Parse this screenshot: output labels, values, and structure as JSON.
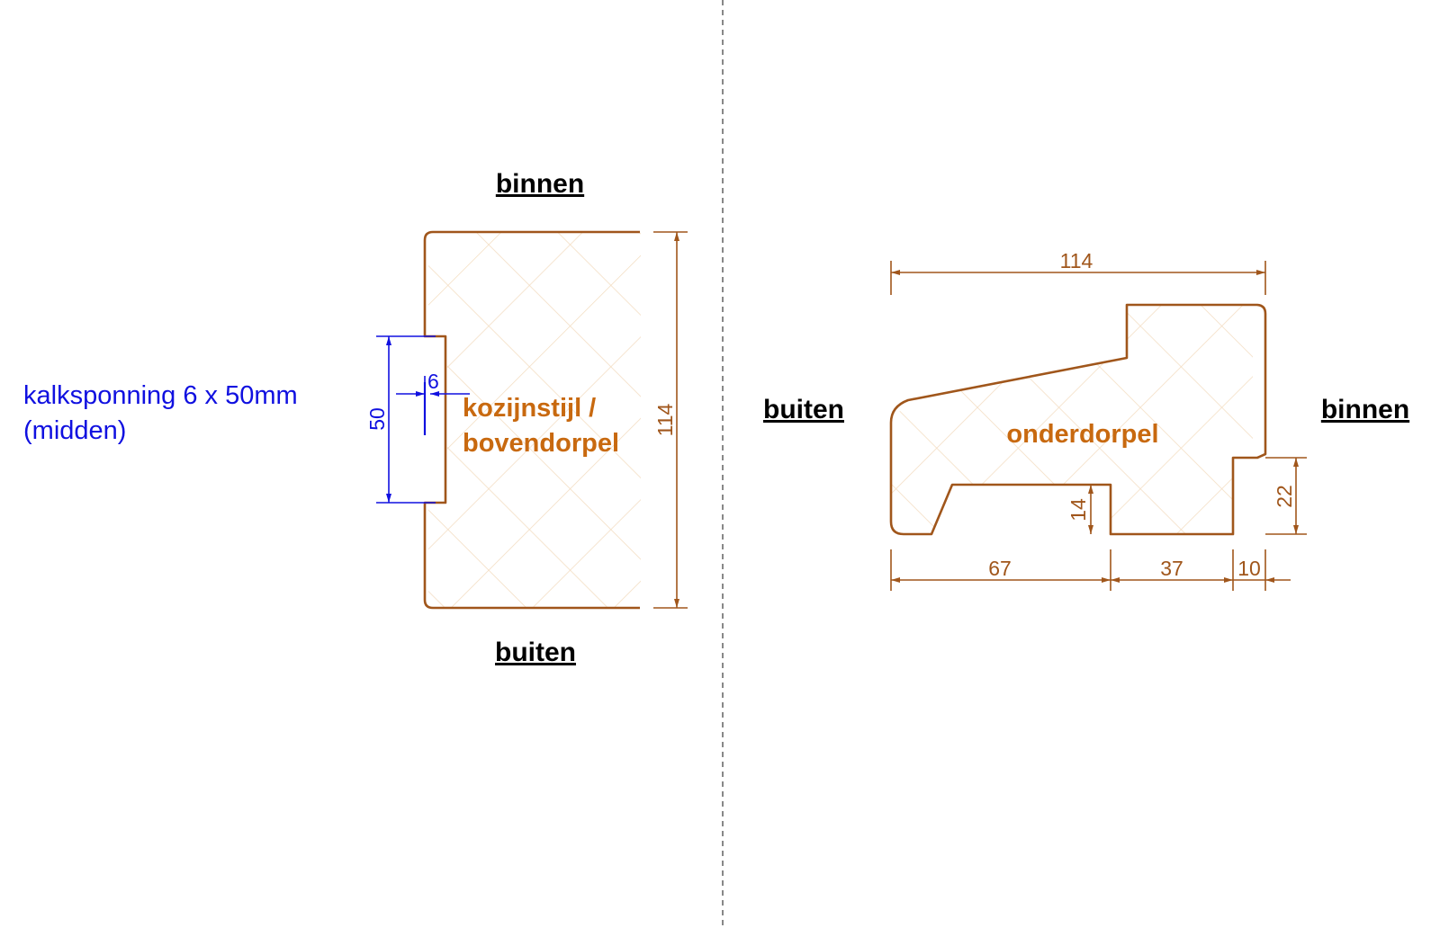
{
  "colors": {
    "outline": "#a0561b",
    "profile_label": "#c8690f",
    "dimension": "#a0561b",
    "kalksponning": "#1010e0",
    "hatch": "#f3dcc0",
    "divider": "#555555",
    "side_label": "#000000"
  },
  "left": {
    "top_label": "binnen",
    "bottom_label": "buiten",
    "profile_label_line1": "kozijnstijl /",
    "profile_label_line2": "bovendorpel",
    "dim_height": "114",
    "groove_depth": "6",
    "groove_height": "50",
    "note_line1": "kalksponning 6 x 50mm",
    "note_line2": "(midden)"
  },
  "right": {
    "left_label": "buiten",
    "right_label": "binnen",
    "profile_label": "onderdorpel",
    "dim_width": "114",
    "dim_67": "67",
    "dim_37": "37",
    "dim_10": "10",
    "dim_14": "14",
    "dim_22": "22"
  }
}
